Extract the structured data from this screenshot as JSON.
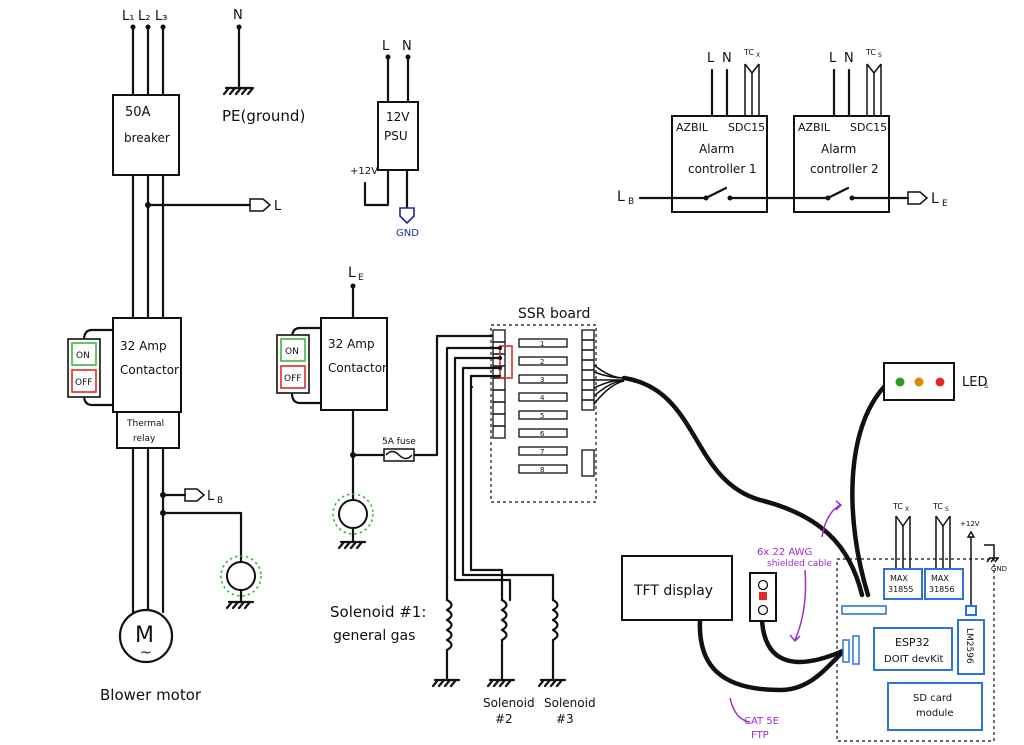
{
  "supply": {
    "l1": "L₁",
    "l2": "L₂",
    "l3": "L₃",
    "n": "N",
    "pe": "PE(ground)"
  },
  "breaker": {
    "rating": "50A",
    "name": "breaker"
  },
  "outputs": {
    "l": "L",
    "lb": "L",
    "lb_sub": "B",
    "le": "L",
    "le_sub": "E"
  },
  "contactor1": {
    "line1": "32 Amp",
    "line2": "Contactor",
    "on": "ON",
    "off": "OFF",
    "relay1": "Thermal",
    "relay2": "relay"
  },
  "motor": {
    "symbol": "M",
    "tilde": "~",
    "label": "Blower motor"
  },
  "psu": {
    "l": "L",
    "n": "N",
    "line1": "12V",
    "line2": "PSU",
    "plus": "+12V",
    "gnd": "GND"
  },
  "alarm1": {
    "l": "L",
    "n": "N",
    "tc": "TC",
    "tc_sub": "X",
    "azbil": "AZBIL",
    "sdc": "SDC15",
    "line1": "Alarm",
    "line2": "controller 1"
  },
  "alarm2": {
    "l": "L",
    "n": "N",
    "tc": "TC",
    "tc_sub": "S",
    "azbil": "AZBIL",
    "sdc": "SDC15",
    "line1": "Alarm",
    "line2": "controller 2"
  },
  "alarm_chain": {
    "lb": "L",
    "lb_sub": "B",
    "le": "L",
    "le_sub": "E"
  },
  "contactor2": {
    "le": "L",
    "le_sub": "E",
    "line1": "32 Amp",
    "line2": "Contactor",
    "on": "ON",
    "off": "OFF",
    "fuse": "5A fuse"
  },
  "ssr": {
    "title": "SSR board",
    "channels": [
      "1",
      "2",
      "3",
      "4",
      "5",
      "6",
      "7",
      "8"
    ]
  },
  "solenoids": {
    "s1a": "Solenoid #1:",
    "s1b": "general gas",
    "s2a": "Solenoid",
    "s2b": "#2",
    "s3a": "Solenoid",
    "s3b": "#3"
  },
  "leds": {
    "label": "LED",
    "label_sub": "s",
    "colors": [
      "#2a9a2a",
      "#e08a00",
      "#e02a2a"
    ]
  },
  "electronics": {
    "tft": "TFT display",
    "cable1a": "6x 22 AWG",
    "cable1b": "shielded cable",
    "cable2a": "CAT 5E",
    "cable2b": "FTP",
    "tcx": "TC",
    "tcx_sub": "X",
    "tcs": "TC",
    "tcs_sub": "S",
    "max1a": "MAX",
    "max1b": "31855",
    "max2a": "MAX",
    "max2b": "31856",
    "plus12": "+12V",
    "gnd": "GND",
    "esp1": "ESP32",
    "esp2": "DOIT devKit",
    "reg": "LM2596",
    "sd1": "SD card",
    "sd2": "module"
  }
}
